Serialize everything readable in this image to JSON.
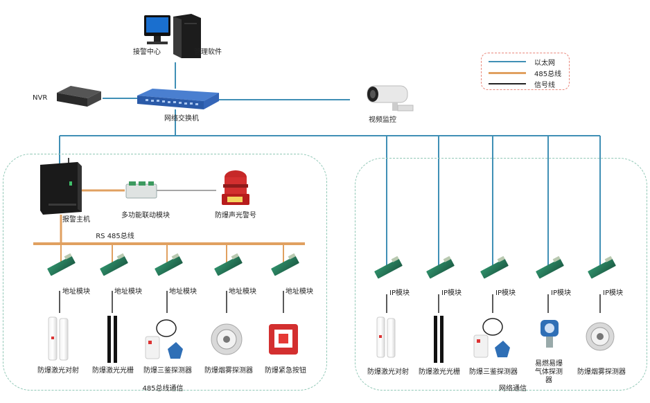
{
  "legend": {
    "ethernet": "以太网",
    "rs485": "485总线",
    "signal": "信号线"
  },
  "colors": {
    "ethernet": "#3f8fb5",
    "rs485": "#e0a060",
    "signal": "#222222",
    "group_border": "#8fc7b5",
    "legend_border": "#e9867a"
  },
  "nodes": {
    "alarm_center": "接警中心",
    "management_software": "管理软件",
    "nvr": "NVR",
    "network_switch": "网络交换机",
    "video_surveillance": "视频监控",
    "alarm_host": "报警主机",
    "linkage_module": "多功能联动模块",
    "explosion_proof_alarm": "防爆声光警号",
    "rs485_bus": "RS 485总线"
  },
  "rs485_section": {
    "title": "485总线通信",
    "address_module_label": "地址模块",
    "devices": [
      "防爆激光对射",
      "防爆激光光栅",
      "防爆三鉴探测器",
      "防爆烟雾探测器",
      "防爆紧急按钮"
    ]
  },
  "network_section": {
    "title": "网络通信",
    "ip_module_label": "IP模块",
    "devices": [
      "防爆激光对射",
      "防爆激光光栅",
      "防爆三鉴探测器",
      "易燃易爆气体探测器",
      "防爆烟雾探测器"
    ]
  }
}
